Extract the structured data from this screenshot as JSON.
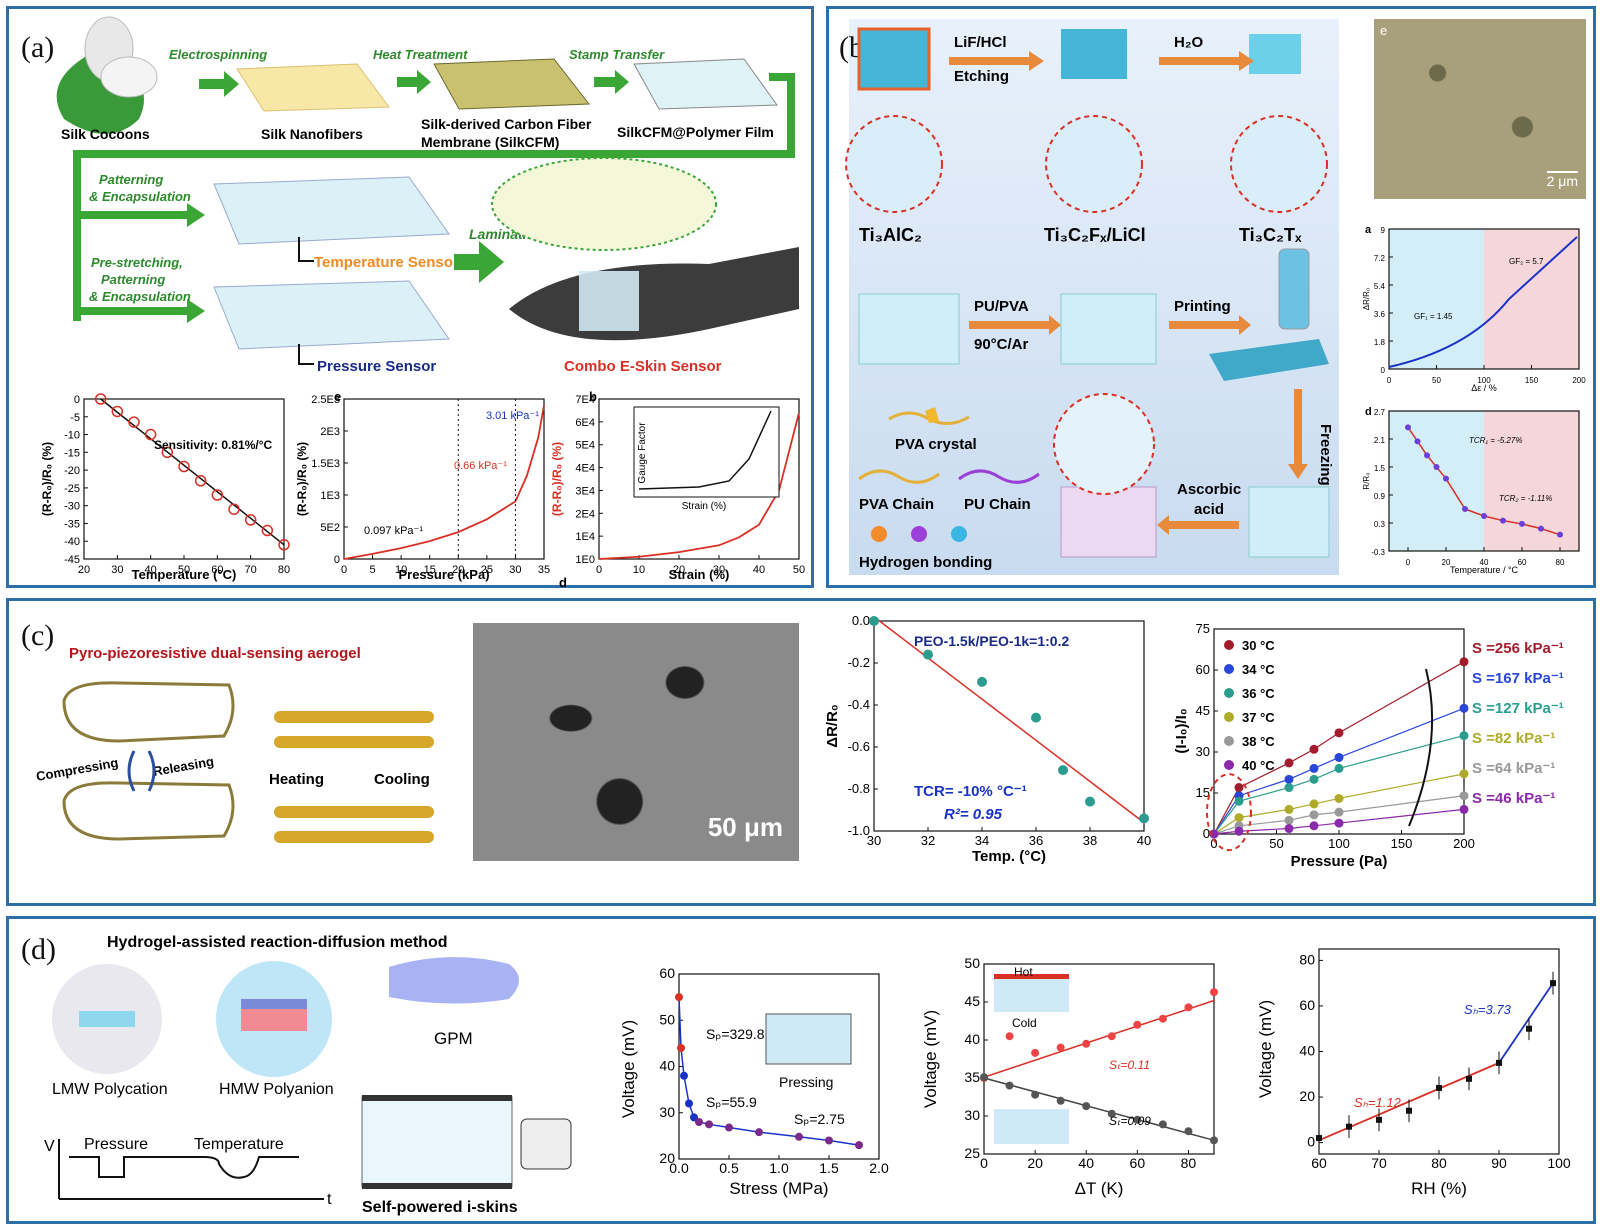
{
  "panels": {
    "a": "(a)",
    "b": "(b)",
    "c": "(c)",
    "d": "(d)"
  },
  "a": {
    "steps": [
      "Silk Cocoons",
      "Silk Nanofibers",
      "Silk-derived Carbon Fiber",
      "Membrane (SilkCFM)",
      "SilkCFM@Polymer Film"
    ],
    "arrows": [
      "Electrospinning",
      "Heat Treatment",
      "Stamp Transfer"
    ],
    "branch1": [
      "Patterning",
      "& Encapsulation"
    ],
    "branch2": [
      "Pre-stretching,",
      "Patterning",
      "& Encapsulation"
    ],
    "temp_sensor": "Temperature Sensor",
    "pressure_sensor": "Pressure Sensor",
    "lamination": "Lamination",
    "combo": "Combo E-Skin Sensor",
    "chart1": {
      "sensitivity": "Sensitivity: 0.81%/°C",
      "xlabel": "Temperature (°C)",
      "ylabel": "(R-R₀)/R₀ (%)"
    },
    "chart2": {
      "letter": "e",
      "s1": "0.097 kPa⁻¹",
      "s2": "0.66 kPa⁻¹",
      "s3": "3.01 kPa⁻¹",
      "xlabel": "Pressure (kPa)",
      "ylabel": "(R-R₀)/R₀ (%)"
    },
    "chart3": {
      "letter": "b",
      "letter2": "d",
      "xlabel": "Strain (%)",
      "ylabel": "(R-R₀)/R₀ (%)",
      "inset_ylabel": "Gauge Factor",
      "inset_xlabel": "Strain (%)"
    }
  },
  "b": {
    "labels": [
      "Ti₃AlC₂",
      "Ti₃C₂Fₓ/LiCl",
      "Ti₃C₂Tₓ"
    ],
    "etch1": "LiF/HCl",
    "etch2": "Etching",
    "water": "H₂O",
    "pu1": "PU/PVA",
    "pu2": "90°C/Ar",
    "printing": "Printing",
    "freezing": "Freezing",
    "ascorbic1": "Ascorbic",
    "ascorbic2": "acid",
    "legend": [
      "PVA crystal",
      "PVA Chain",
      "PU Chain",
      "Hydrogen bonding"
    ],
    "sem_letter": "e",
    "scale": "2 μm",
    "chart_a": {
      "letter": "a",
      "gf1": "GF₁ = 1.45",
      "gf2": "GF₂ = 5.7",
      "xlabel": "Δε / %",
      "ylabel": "ΔR/R₀"
    },
    "chart_d": {
      "letter": "d",
      "tcr1": "TCR₁ = -5.27%",
      "tcr2": "TCR₂ = -1.11%",
      "xlabel": "Temperature / °C",
      "ylabel": "R/R₀"
    }
  },
  "c": {
    "title": "Pyro-piezoresistive dual-sensing aerogel",
    "compress": "Compressing",
    "release": "Releasing",
    "heat": "Heating",
    "cool": "Cooling",
    "scale": "50 μm",
    "chart1": {
      "legend": "PEO-1.5k/PEO-1k=1:0.2",
      "tcr": "TCR= -10% °C⁻¹",
      "r2": "R²= 0.95",
      "xlabel": "Temp. (°C)",
      "ylabel": "ΔR/R₀"
    },
    "chart2": {
      "temps": [
        "30 °C",
        "34 °C",
        "36 °C",
        "37 °C",
        "38 °C",
        "40 °C"
      ],
      "sens": [
        "S =256 kPa⁻¹",
        "S =167 kPa⁻¹",
        "S =127 kPa⁻¹",
        "S =82 kPa⁻¹",
        "S =64 kPa⁻¹",
        "S =46 kPa⁻¹"
      ],
      "xlabel": "Pressure (Pa)",
      "ylabel": "(I-I₀)/I₀"
    }
  },
  "d": {
    "title": "Hydrogel-assisted reaction-diffusion method",
    "lmw": "LMW Polycation",
    "hmw": "HMW Polyanion",
    "gpm": "GPM",
    "pressure": "Pressure",
    "temperature": "Temperature",
    "v": "V",
    "t": "t",
    "skins": "Self-powered i-skins",
    "chart1": {
      "sp": [
        "Sₚ=329.8",
        "Sₚ=55.9",
        "Sₚ=2.75"
      ],
      "pressing": "Pressing",
      "xlabel": "Stress (MPa)",
      "ylabel": "Voltage (mV)"
    },
    "chart2": {
      "hot": "Hot",
      "cold": "Cold",
      "st1": "Sₜ=0.11",
      "st2": "Sₜ=0.09",
      "xlabel": "ΔT (K)",
      "ylabel": "Voltage (mV)"
    },
    "chart3": {
      "sh1": "Sₕ=1.12",
      "sh2": "Sₕ=3.73",
      "xlabel": "RH (%)",
      "ylabel": "Voltage (mV)"
    }
  },
  "colors": {
    "border": "#2f6fa8",
    "green": "#3aa635",
    "red": "#d93025",
    "blue": "#1a33c7",
    "teal": "#2a9d8f"
  },
  "chart_data": [
    {
      "type": "scatter",
      "xlabel": "Temperature (°C)",
      "ylabel": "(R-R₀)/R₀ (%)",
      "xlim": [
        20,
        80
      ],
      "ylim": [
        -45,
        0
      ],
      "x": [
        25,
        30,
        35,
        40,
        45,
        50,
        55,
        60,
        65,
        70,
        75,
        80
      ],
      "y": [
        0,
        -3.5,
        -6.5,
        -10,
        -15,
        -19,
        -23,
        -27,
        -31,
        -34,
        -37,
        -41
      ]
    },
    {
      "type": "line",
      "xlabel": "Pressure (kPa)",
      "ylabel": "(R-R₀)/R₀ (%)",
      "xlim": [
        0,
        35
      ],
      "ylim": [
        0,
        2500
      ],
      "x": [
        0,
        5,
        10,
        15,
        20,
        25,
        30,
        32,
        34,
        35
      ],
      "y": [
        0,
        80,
        170,
        280,
        420,
        620,
        900,
        1300,
        1900,
        2400
      ]
    },
    {
      "type": "line",
      "xlabel": "Strain (%)",
      "ylabel": "(R-R₀)/R₀ (%)",
      "xlim": [
        0,
        50
      ],
      "ylim": [
        0,
        70000
      ],
      "x": [
        0,
        10,
        20,
        30,
        35,
        40,
        45,
        50
      ],
      "y": [
        0,
        1000,
        3000,
        6000,
        9500,
        15000,
        30000,
        64000
      ]
    },
    {
      "type": "scatter",
      "xlabel": "Temp. (°C)",
      "ylabel": "ΔR/R₀",
      "xlim": [
        30,
        40
      ],
      "ylim": [
        -1.0,
        0.0
      ],
      "x": [
        30,
        32,
        34,
        36,
        37,
        38,
        40
      ],
      "y": [
        0,
        -0.16,
        -0.29,
        -0.46,
        -0.71,
        -0.86,
        -0.94
      ]
    },
    {
      "type": "line",
      "xlabel": "Pressure (Pa)",
      "ylabel": "(I-I₀)/I₀",
      "xlim": [
        0,
        200
      ],
      "ylim": [
        0,
        75
      ],
      "series": [
        {
          "name": "30 °C",
          "x": [
            0,
            20,
            60,
            80,
            100,
            200
          ],
          "y": [
            0,
            17,
            26,
            31,
            37,
            63
          ]
        },
        {
          "name": "34 °C",
          "x": [
            0,
            20,
            60,
            80,
            100,
            200
          ],
          "y": [
            0,
            14,
            20,
            24,
            28,
            46
          ]
        },
        {
          "name": "36 °C",
          "x": [
            0,
            20,
            60,
            80,
            100,
            200
          ],
          "y": [
            0,
            12,
            17,
            20,
            24,
            36
          ]
        },
        {
          "name": "37 °C",
          "x": [
            0,
            20,
            60,
            80,
            100,
            200
          ],
          "y": [
            0,
            6,
            9,
            11,
            13,
            22
          ]
        },
        {
          "name": "38 °C",
          "x": [
            0,
            20,
            60,
            80,
            100,
            200
          ],
          "y": [
            0,
            3,
            5,
            7,
            8,
            14
          ]
        },
        {
          "name": "40 °C",
          "x": [
            0,
            20,
            60,
            80,
            100,
            200
          ],
          "y": [
            0,
            1,
            2,
            3,
            4,
            9
          ]
        }
      ]
    },
    {
      "type": "scatter",
      "xlabel": "Stress (MPa)",
      "ylabel": "Voltage (mV)",
      "xlim": [
        0,
        2
      ],
      "ylim": [
        20,
        60
      ],
      "x": [
        0,
        0.02,
        0.05,
        0.1,
        0.15,
        0.2,
        0.3,
        0.5,
        0.8,
        1.2,
        1.5,
        1.8
      ],
      "y": [
        55,
        44,
        38,
        32,
        29,
        28,
        27.5,
        26.8,
        25.8,
        24.8,
        24,
        23
      ]
    },
    {
      "type": "scatter",
      "xlabel": "ΔT (K)",
      "ylabel": "Voltage (mV)",
      "xlim": [
        0,
        90
      ],
      "ylim": [
        25,
        50
      ],
      "series": [
        {
          "x": [
            0,
            10,
            20,
            30,
            40,
            50,
            60,
            70,
            80,
            90
          ],
          "y": [
            35,
            40.5,
            38.3,
            39,
            39.5,
            40.5,
            42,
            42.8,
            44.3,
            46.3
          ]
        },
        {
          "x": [
            0,
            10,
            20,
            30,
            40,
            50,
            60,
            70,
            80,
            90
          ],
          "y": [
            35.1,
            34,
            32.8,
            32,
            31.3,
            30.3,
            29.5,
            28.9,
            28,
            26.8
          ]
        }
      ]
    },
    {
      "type": "scatter",
      "xlabel": "RH (%)",
      "ylabel": "Voltage (mV)",
      "xlim": [
        60,
        100
      ],
      "ylim": [
        -5,
        85
      ],
      "x": [
        60,
        65,
        70,
        75,
        80,
        85,
        90,
        95,
        99
      ],
      "y": [
        2,
        7,
        10,
        14,
        24,
        28,
        35,
        50,
        70
      ]
    }
  ]
}
